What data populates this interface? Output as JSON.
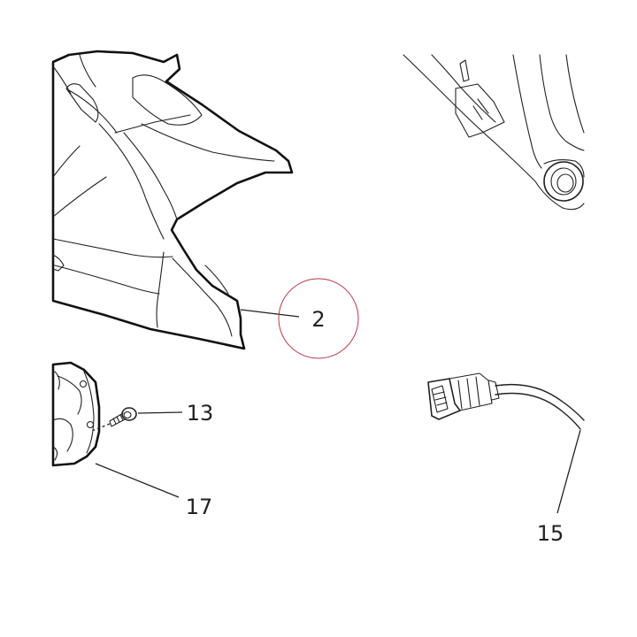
{
  "callouts": [
    {
      "id": "c2",
      "label": "2"
    },
    {
      "id": "c13",
      "label": "13"
    },
    {
      "id": "c15",
      "label": "15"
    },
    {
      "id": "c17",
      "label": "17"
    }
  ],
  "colors": {
    "line": "#111111",
    "label": "#222222",
    "highlight": "#b5384a",
    "background": "#ffffff"
  }
}
